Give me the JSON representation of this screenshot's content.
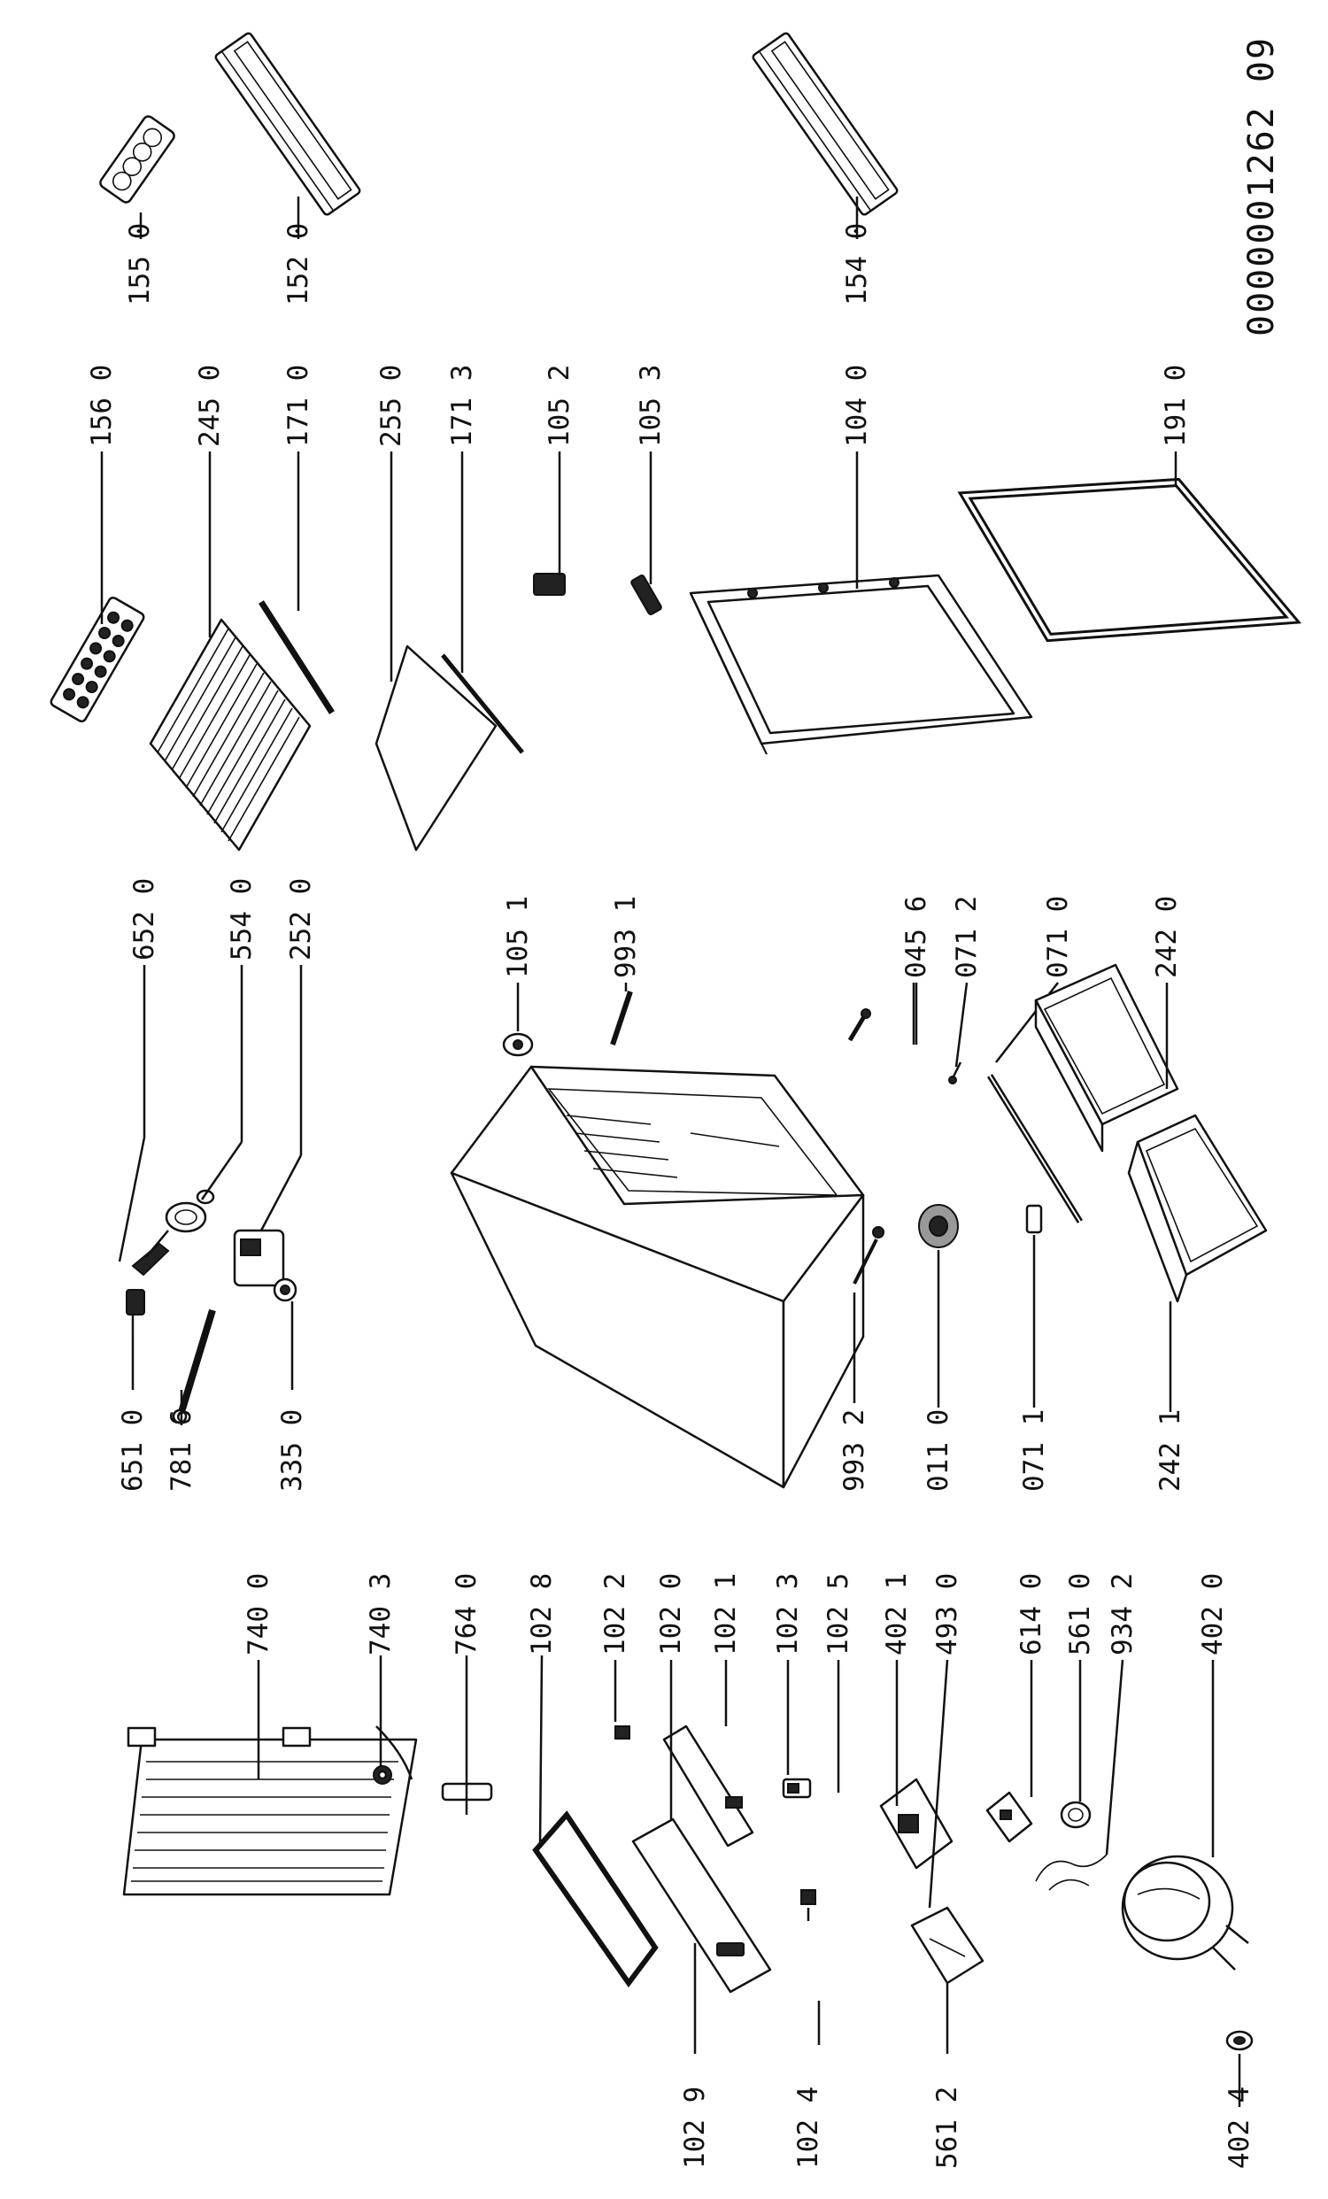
{
  "document_id": "0000001262 09",
  "parts": [
    "155 0",
    "152 0",
    "154 0",
    "156 0",
    "245 0",
    "171 0",
    "255 0",
    "171 3",
    "105 2",
    "105 3",
    "104 0",
    "191 0",
    "652 0",
    "554 0",
    "252 0",
    "651 0",
    "781 6",
    "335 0",
    "105 1",
    "993 1",
    "045 6",
    "071 2",
    "071 0",
    "242 0",
    "993 2",
    "011 0",
    "071 1",
    "242 1",
    "740 0",
    "740 3",
    "764 0",
    "102 8",
    "102 2",
    "102 0",
    "102 1",
    "102 3",
    "102 5",
    "402 1",
    "493 0",
    "614 0",
    "561 0",
    "934 2",
    "402 0",
    "102 9",
    "102 4",
    "561 2",
    "402 4"
  ]
}
